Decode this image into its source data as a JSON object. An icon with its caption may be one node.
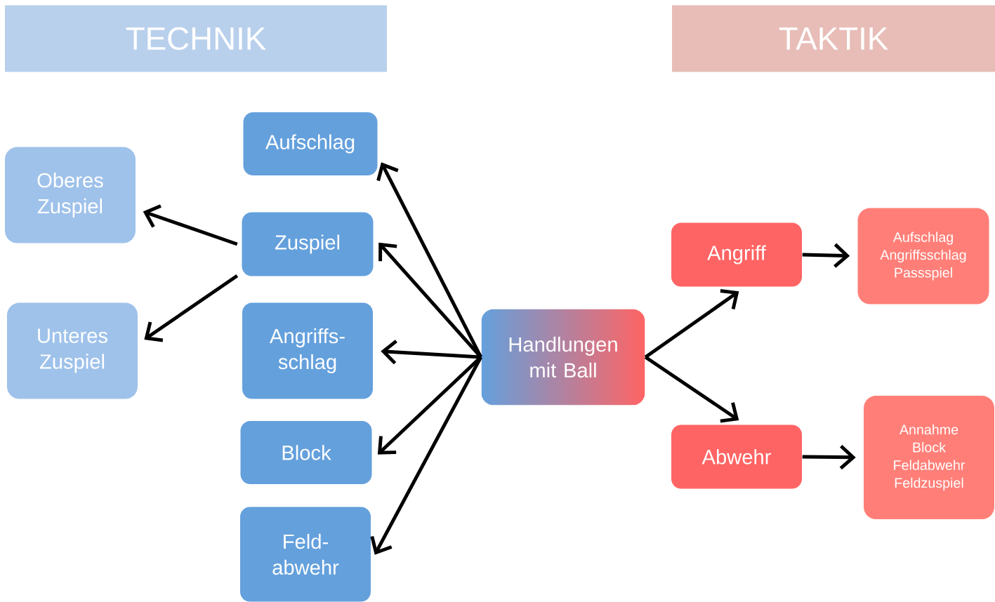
{
  "diagram": {
    "nodes": [
      {
        "text": [
          "TECHNIK"
        ]
      },
      {
        "text": [
          "TAKTIK"
        ]
      },
      {
        "text": [
          "Aufschlag"
        ]
      },
      {
        "text": [
          "Oberes Zuspiel"
        ]
      },
      {
        "text": [
          "Zuspiel"
        ]
      },
      {
        "text": [
          "Unteres Zuspiel"
        ]
      },
      {
        "text": [
          "Angriffs- schlag"
        ]
      },
      {
        "text": [
          "Block"
        ]
      },
      {
        "text": [
          "Feld- abwehr"
        ]
      },
      {
        "text": [
          "Handlungen mit Ball"
        ]
      },
      {
        "text": [
          "Angriff"
        ]
      },
      {
        "text": [
          "Aufschlag",
          "Angriffsschlag",
          "Passspiel"
        ]
      },
      {
        "text": [
          "Abwehr"
        ]
      },
      {
        "text": [
          "Annahme",
          "Block",
          "Feldabwehr",
          "Feldzuspiel"
        ]
      }
    ],
    "edges": [
      {
        "from": 9,
        "to": 2,
        "arrow": "to"
      },
      {
        "from": 9,
        "to": 4,
        "arrow": "to"
      },
      {
        "from": 9,
        "to": 6,
        "arrow": "to"
      },
      {
        "from": 9,
        "to": 7,
        "arrow": "to"
      },
      {
        "from": 9,
        "to": 8,
        "arrow": "to"
      },
      {
        "from": 4,
        "to": 3,
        "arrow": "to"
      },
      {
        "from": 4,
        "to": 5,
        "arrow": "to"
      },
      {
        "from": 9,
        "to": 10,
        "arrow": "to"
      },
      {
        "from": 9,
        "to": 12,
        "arrow": "to"
      },
      {
        "from": 10,
        "to": 11,
        "arrow": "to"
      },
      {
        "from": 12,
        "to": 13,
        "arrow": "to"
      }
    ]
  }
}
